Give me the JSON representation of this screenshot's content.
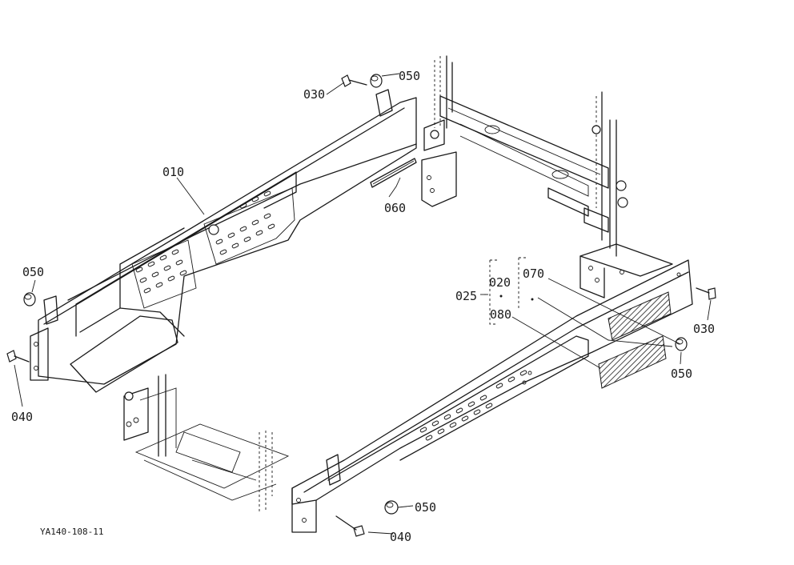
{
  "drawing_code": "YA140-108-11",
  "callouts": {
    "c010": "010",
    "c020": "020",
    "c025": "025",
    "c030_top": "030",
    "c030_right": "030",
    "c040_left": "040",
    "c040_bottom": "040",
    "c050_top": "050",
    "c050_left": "050",
    "c050_right": "050",
    "c050_bottom": "050",
    "c060": "060",
    "c070": "070",
    "c080": "080"
  },
  "colors": {
    "ink": "#1a1a1a",
    "paper": "#ffffff"
  }
}
